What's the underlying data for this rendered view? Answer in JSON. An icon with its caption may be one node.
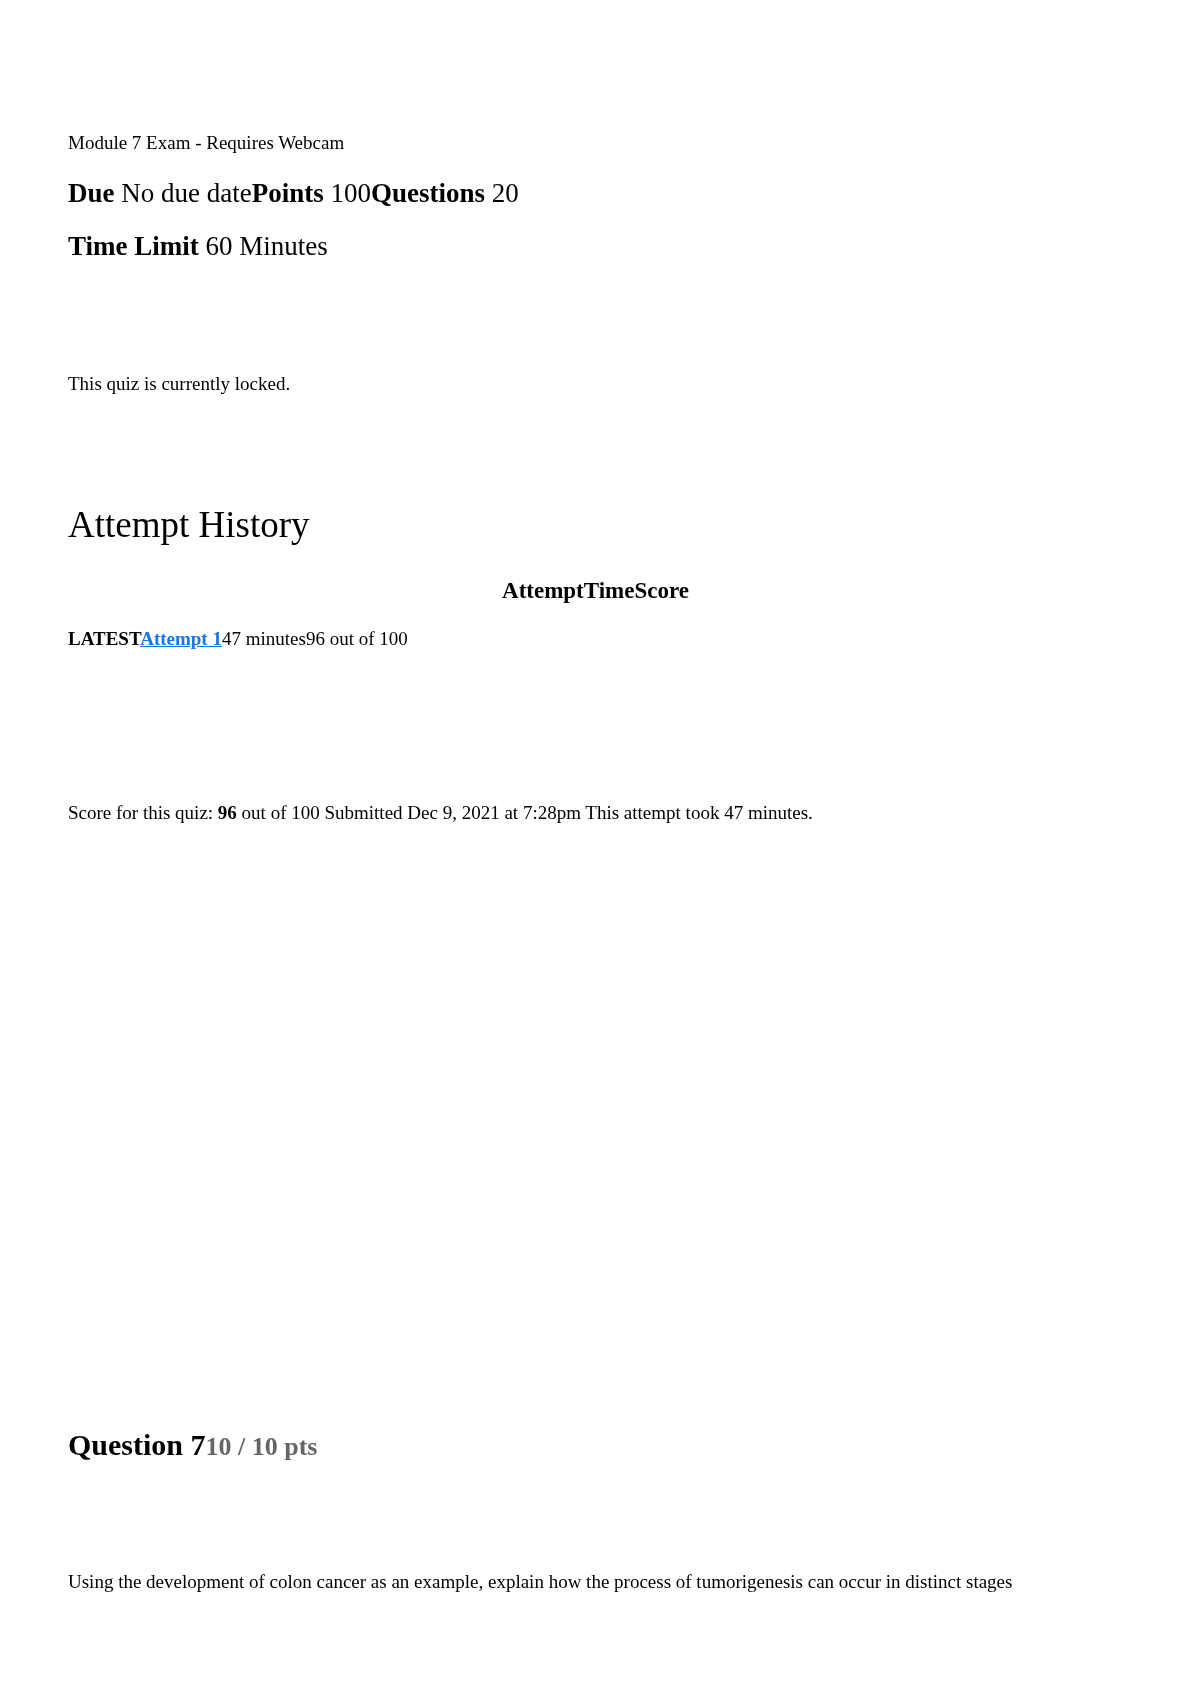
{
  "diagram": {
    "title": "Module 7 Exam - Requires Webcam",
    "labels": [
      "**Due** No due date**Points** 100**Questions** 20",
      "**Time Limit** 60 Minutes",
      "This quiz is currently locked.",
      "Attempt History",
      "Attempt",
      "Time",
      "Score",
      "LATEST",
      "Attempt 1",
      "47 minutes",
      "96 out of 100",
      "Score for this quiz: **96** out of 100 Submitted Dec 9, 2021 at 7:28pm This attempt took 47 minutes.",
      "Question 7",
      "10 / 10 pts",
      "Using the development of colon cancer as an example, explain how the process of tumorigenesis can occur in distinct stages"
    ]
  }
}
